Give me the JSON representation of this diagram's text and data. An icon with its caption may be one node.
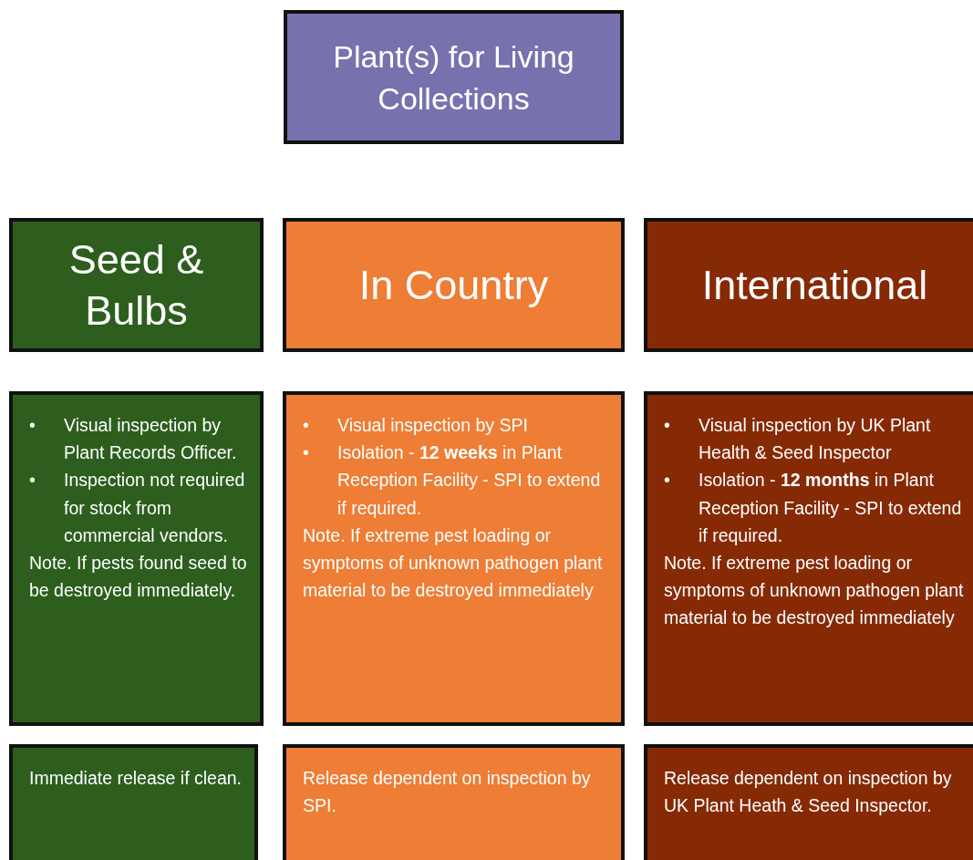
{
  "diagram": {
    "nodes": [
      {
        "text": [
          "Plant(s) for Living Collections"
        ]
      },
      {
        "text": [
          "Seed & Bulbs"
        ]
      },
      {
        "text": [
          "In Country"
        ]
      },
      {
        "text": [
          "International"
        ]
      },
      {
        "text": [
          "•\tVisual inspection by Plant Records Officer.",
          "•\tInspection not required for stock from commercial vendors.",
          "Note. If pests found seed to be destroyed immediately."
        ]
      },
      {
        "text": [
          "•\tVisual inspection by SPI",
          "•\tIsolation - **12 weeks** in Plant Reception Facility - SPI to extend if required.",
          "Note. If extreme pest loading or symptoms of unknown pathogen plant material to be destroyed immediately"
        ]
      },
      {
        "text": [
          "•\tVisual inspection by UK Plant Health & Seed Inspector",
          "•\tIsolation - **12 months** in Plant Reception Facility - SPI to extend if required.",
          "Note. If extreme pest loading or symptoms of unknown pathogen plant material to be destroyed immediately"
        ]
      },
      {
        "text": [
          "Immediate release if clean."
        ]
      },
      {
        "text": [
          "Release dependent on inspection by SPI."
        ]
      },
      {
        "text": [
          "Release dependent on inspection by UK Plant Heath & Seed Inspector."
        ]
      }
    ]
  }
}
